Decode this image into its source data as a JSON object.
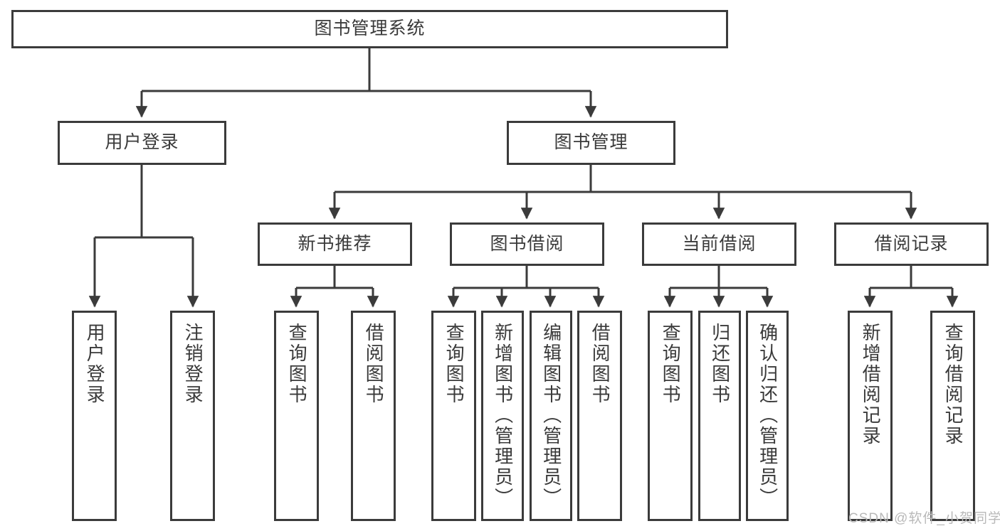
{
  "diagram": {
    "title": "图书管理系统",
    "type": "hierarchy-tree",
    "root": {
      "id": "root",
      "label": "图书管理系统"
    },
    "level2": [
      {
        "id": "user-login",
        "label": "用户登录"
      },
      {
        "id": "book-manage",
        "label": "图书管理"
      }
    ],
    "level3": [
      {
        "id": "new-book-recommend",
        "label": "新书推荐",
        "parent": "book-manage"
      },
      {
        "id": "book-borrow",
        "label": "图书借阅",
        "parent": "book-manage"
      },
      {
        "id": "current-borrow",
        "label": "当前借阅",
        "parent": "book-manage"
      },
      {
        "id": "borrow-record",
        "label": "借阅记录",
        "parent": "book-manage"
      }
    ],
    "leaves": [
      {
        "id": "leaf-user-login",
        "label": "用户登录",
        "parent": "user-login"
      },
      {
        "id": "leaf-logout",
        "label": "注销登录",
        "parent": "user-login"
      },
      {
        "id": "leaf-query-book-1",
        "label": "查询图书",
        "parent": "new-book-recommend"
      },
      {
        "id": "leaf-borrow-book-1",
        "label": "借阅图书",
        "parent": "new-book-recommend"
      },
      {
        "id": "leaf-query-book-2",
        "label": "查询图书",
        "parent": "book-borrow"
      },
      {
        "id": "leaf-add-book",
        "label": "新增图书（管理员）",
        "parent": "book-borrow"
      },
      {
        "id": "leaf-edit-book",
        "label": "编辑图书（管理员）",
        "parent": "book-borrow"
      },
      {
        "id": "leaf-borrow-book-2",
        "label": "借阅图书",
        "parent": "book-borrow"
      },
      {
        "id": "leaf-query-book-3",
        "label": "查询图书",
        "parent": "current-borrow"
      },
      {
        "id": "leaf-return-book",
        "label": "归还图书",
        "parent": "current-borrow"
      },
      {
        "id": "leaf-confirm-return",
        "label": "确认归还（管理员）",
        "parent": "current-borrow"
      },
      {
        "id": "leaf-add-record",
        "label": "新增借阅记录",
        "parent": "borrow-record"
      },
      {
        "id": "leaf-query-record",
        "label": "查询借阅记录",
        "parent": "borrow-record"
      }
    ]
  },
  "watermark": {
    "text": "CSDN @软件_小贺同学"
  },
  "colors": {
    "stroke": "#3b3b3b",
    "text": "#3a3a3a",
    "background": "#ffffff",
    "watermark": "#b9b9b9"
  }
}
